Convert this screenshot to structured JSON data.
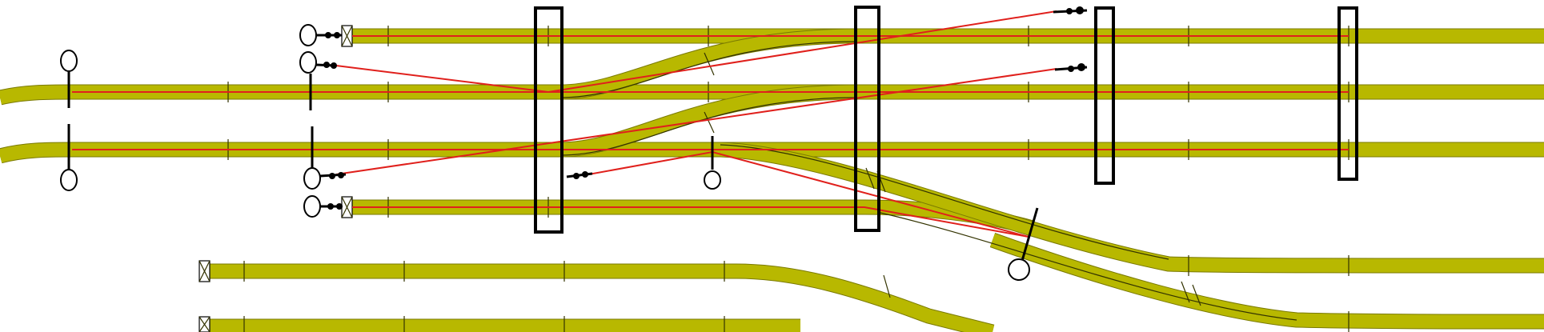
{
  "diagram": {
    "type": "railway-track-layout",
    "colors": {
      "track_fill": "#b8b800",
      "track_border": "#7a7a00",
      "route_line": "#e0201c",
      "frame": "#000000"
    },
    "tracks_count": 6,
    "frames_count": 4,
    "signals_count": 9
  }
}
